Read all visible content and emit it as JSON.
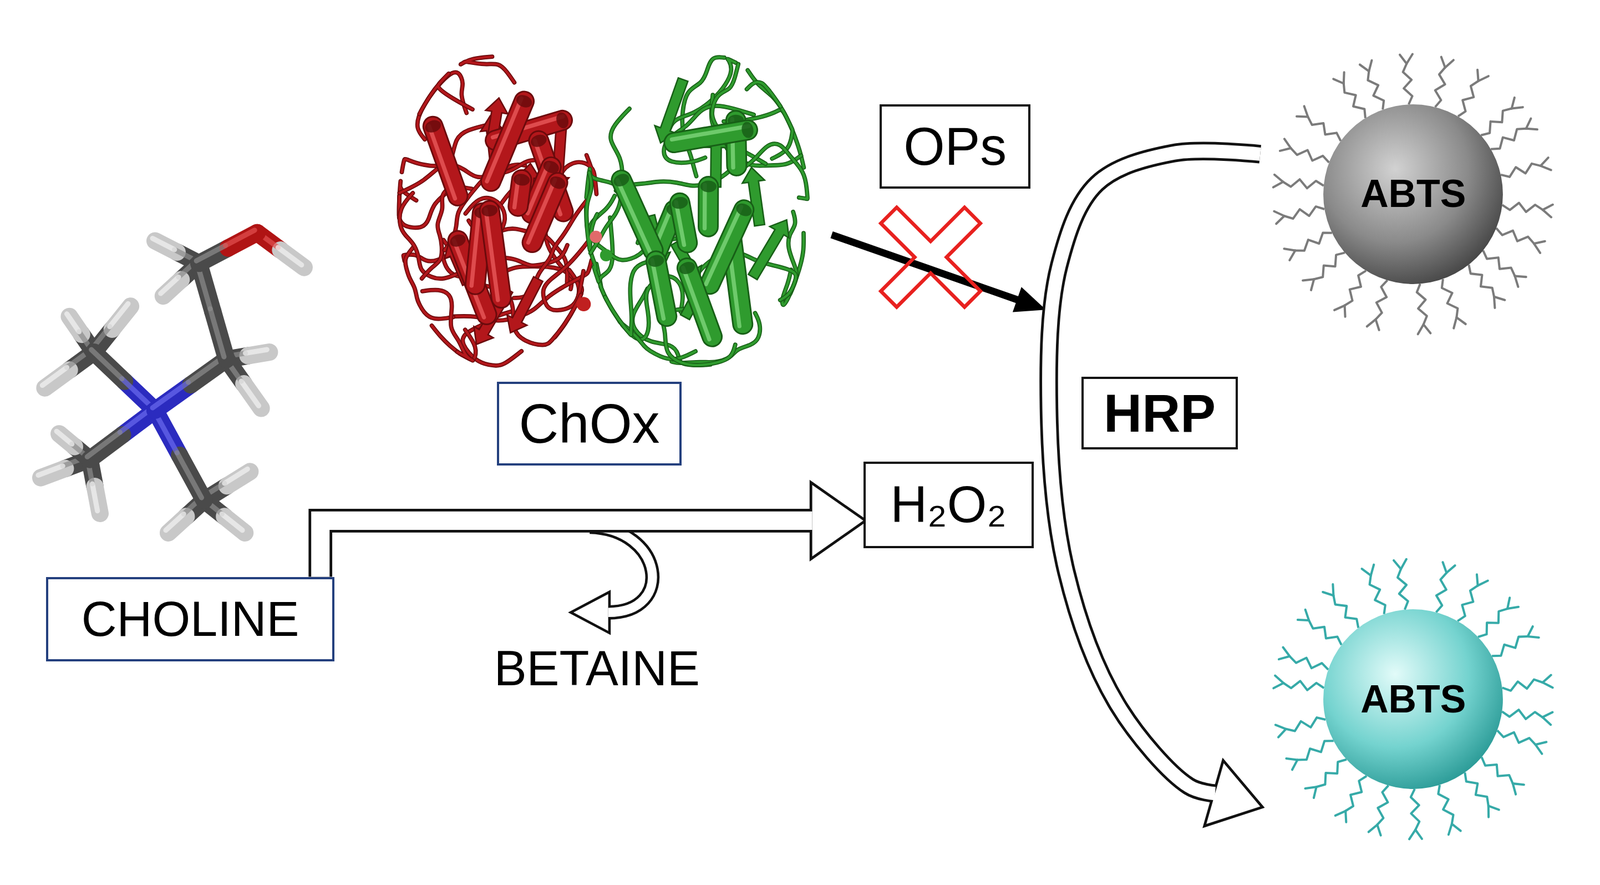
{
  "diagram": {
    "nodes": [
      {
        "text": [
          "CHOLINE"
        ]
      },
      {
        "text": [
          "ChOx"
        ]
      },
      {
        "text": [
          "OPs"
        ]
      },
      {
        "text": [
          "H₂O₂"
        ]
      },
      {
        "text": [
          "HRP"
        ]
      },
      {
        "text": [
          "ABTS"
        ]
      },
      {
        "text": [
          "ABTS"
        ]
      }
    ],
    "edges": [
      {
        "from": 0,
        "to": 3,
        "arrow": "to"
      },
      {
        "from": 5,
        "to": 6,
        "arrow": "to"
      }
    ],
    "labels": [
      "BETAINE"
    ]
  }
}
